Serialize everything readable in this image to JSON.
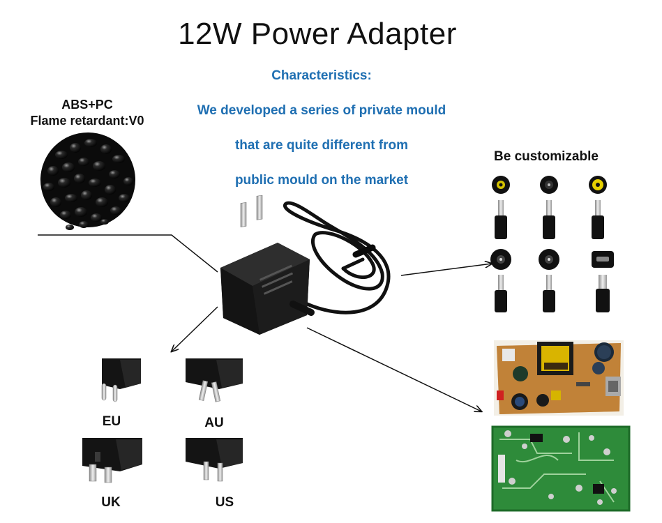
{
  "title": "12W Power Adapter",
  "characteristics": {
    "heading": "Characteristics:",
    "lines": [
      "We developed a series of private mould",
      "that are quite different from",
      "public mould on the market"
    ]
  },
  "material": {
    "line1": "ABS+PC",
    "line2": "Flame retardant:V0"
  },
  "customizable": "Be customizable",
  "plugs": {
    "eu": "EU",
    "au": "AU",
    "uk": "UK",
    "us": "US"
  },
  "colors": {
    "accent_blue": "#1f6fb2",
    "adapter_black": "#1a1a1a",
    "pcb_green": "#2e8b3a"
  }
}
